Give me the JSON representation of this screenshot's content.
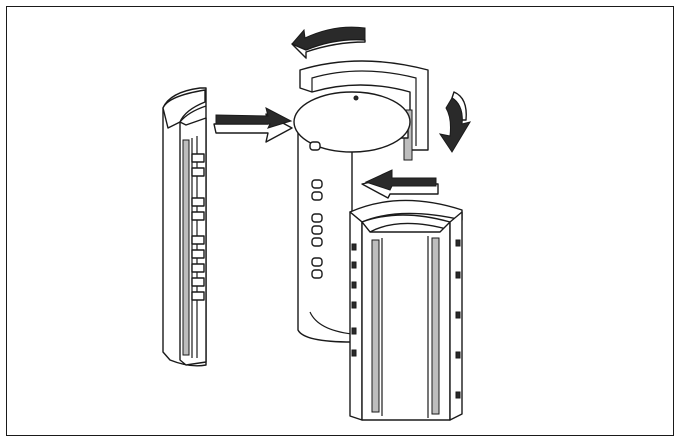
{
  "figure": {
    "description_text": "",
    "colors": {
      "line": "#1a1a1a",
      "fill": "#ffffff",
      "shade": "#bdbdbd",
      "dark": "#2a2a2a"
    },
    "parts": [
      {
        "name": "left-half-shell"
      },
      {
        "name": "center-cylinder-body"
      },
      {
        "name": "outer-half-sleeve"
      },
      {
        "name": "rear-half-ring"
      }
    ],
    "arrows": [
      {
        "name": "push-arrow-left",
        "direction": "right"
      },
      {
        "name": "push-arrow-front",
        "direction": "left"
      },
      {
        "name": "rotate-arrow-top",
        "direction": "counterclockwise"
      },
      {
        "name": "rotate-arrow-right",
        "direction": "clockwise"
      }
    ]
  }
}
